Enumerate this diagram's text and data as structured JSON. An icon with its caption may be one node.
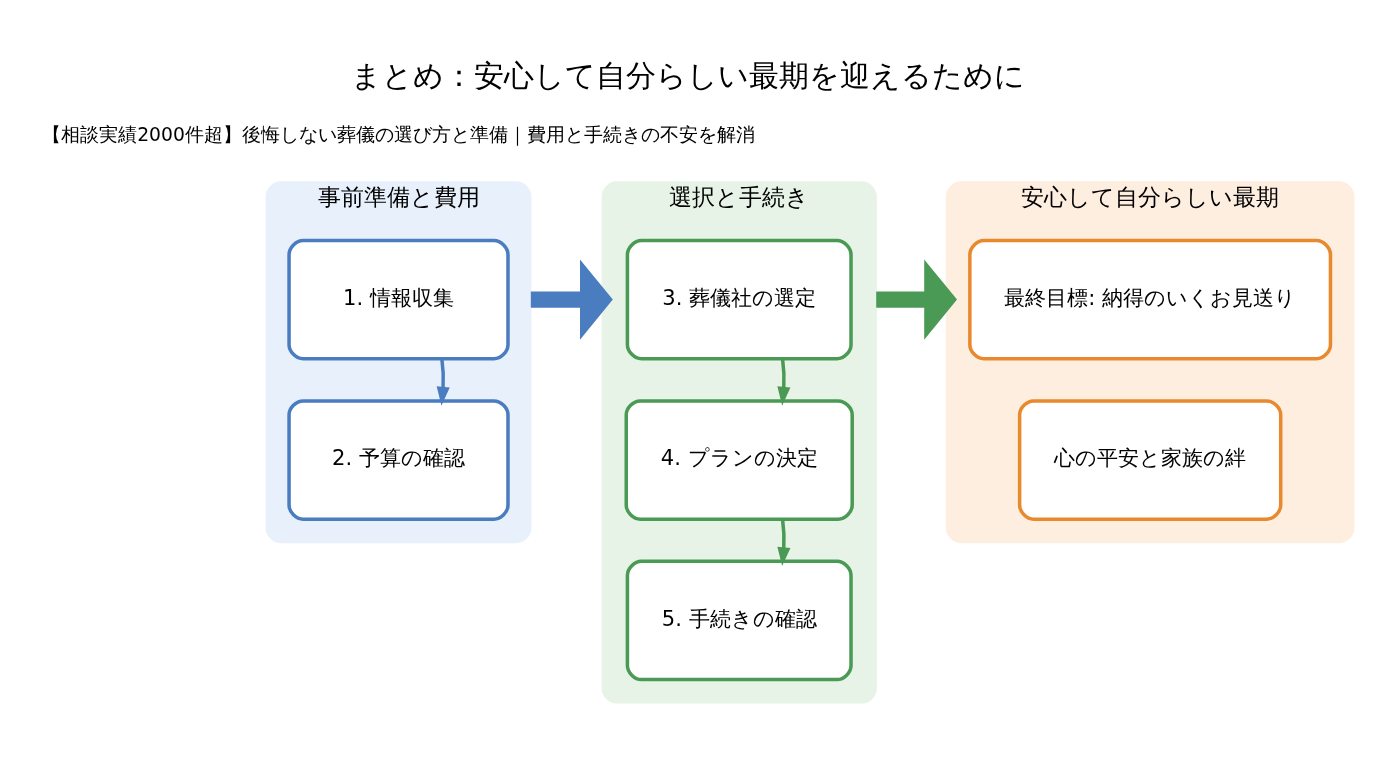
{
  "diagram": {
    "title": "まとめ：安心して自分らしい最期を迎えるために",
    "nodes": [
      {
        "text": [
          "事前準備と費用"
        ]
      },
      {
        "text": [
          "1. 情報収集"
        ],
        "in": 0
      },
      {
        "text": [
          "2. 予算の確認"
        ],
        "in": 0
      },
      {
        "text": [
          "選択と手続き"
        ]
      },
      {
        "text": [
          "3. 葬儀社の選定"
        ],
        "in": 3
      },
      {
        "text": [
          "4. プランの決定"
        ],
        "in": 3
      },
      {
        "text": [
          "5. 手続きの確認"
        ],
        "in": 3
      },
      {
        "text": [
          "安心して自分らしい最期"
        ]
      },
      {
        "text": [
          "最終目標: 納得のいくお見送り"
        ],
        "in": 7
      },
      {
        "text": [
          "心の平安と家族の絆"
        ],
        "in": 7
      }
    ],
    "edges": [
      {
        "from": 1,
        "to": 2,
        "arrow": "to",
        "color": "#4a7cc0"
      },
      {
        "from": 4,
        "to": 5,
        "arrow": "to",
        "color": "#4a9a55"
      },
      {
        "from": 5,
        "to": 6,
        "arrow": "to",
        "color": "#4a9a55"
      },
      {
        "from": 0,
        "to": 3,
        "arrow": "to",
        "style": "thick",
        "color": "#4a7cc0"
      },
      {
        "from": 3,
        "to": 7,
        "arrow": "to",
        "style": "thick",
        "color": "#4a9a55"
      }
    ],
    "labels": [
      "【相談実績2000件超】後悔しない葬儀の選び方と準備｜費用と手続きの不安を解消"
    ]
  }
}
